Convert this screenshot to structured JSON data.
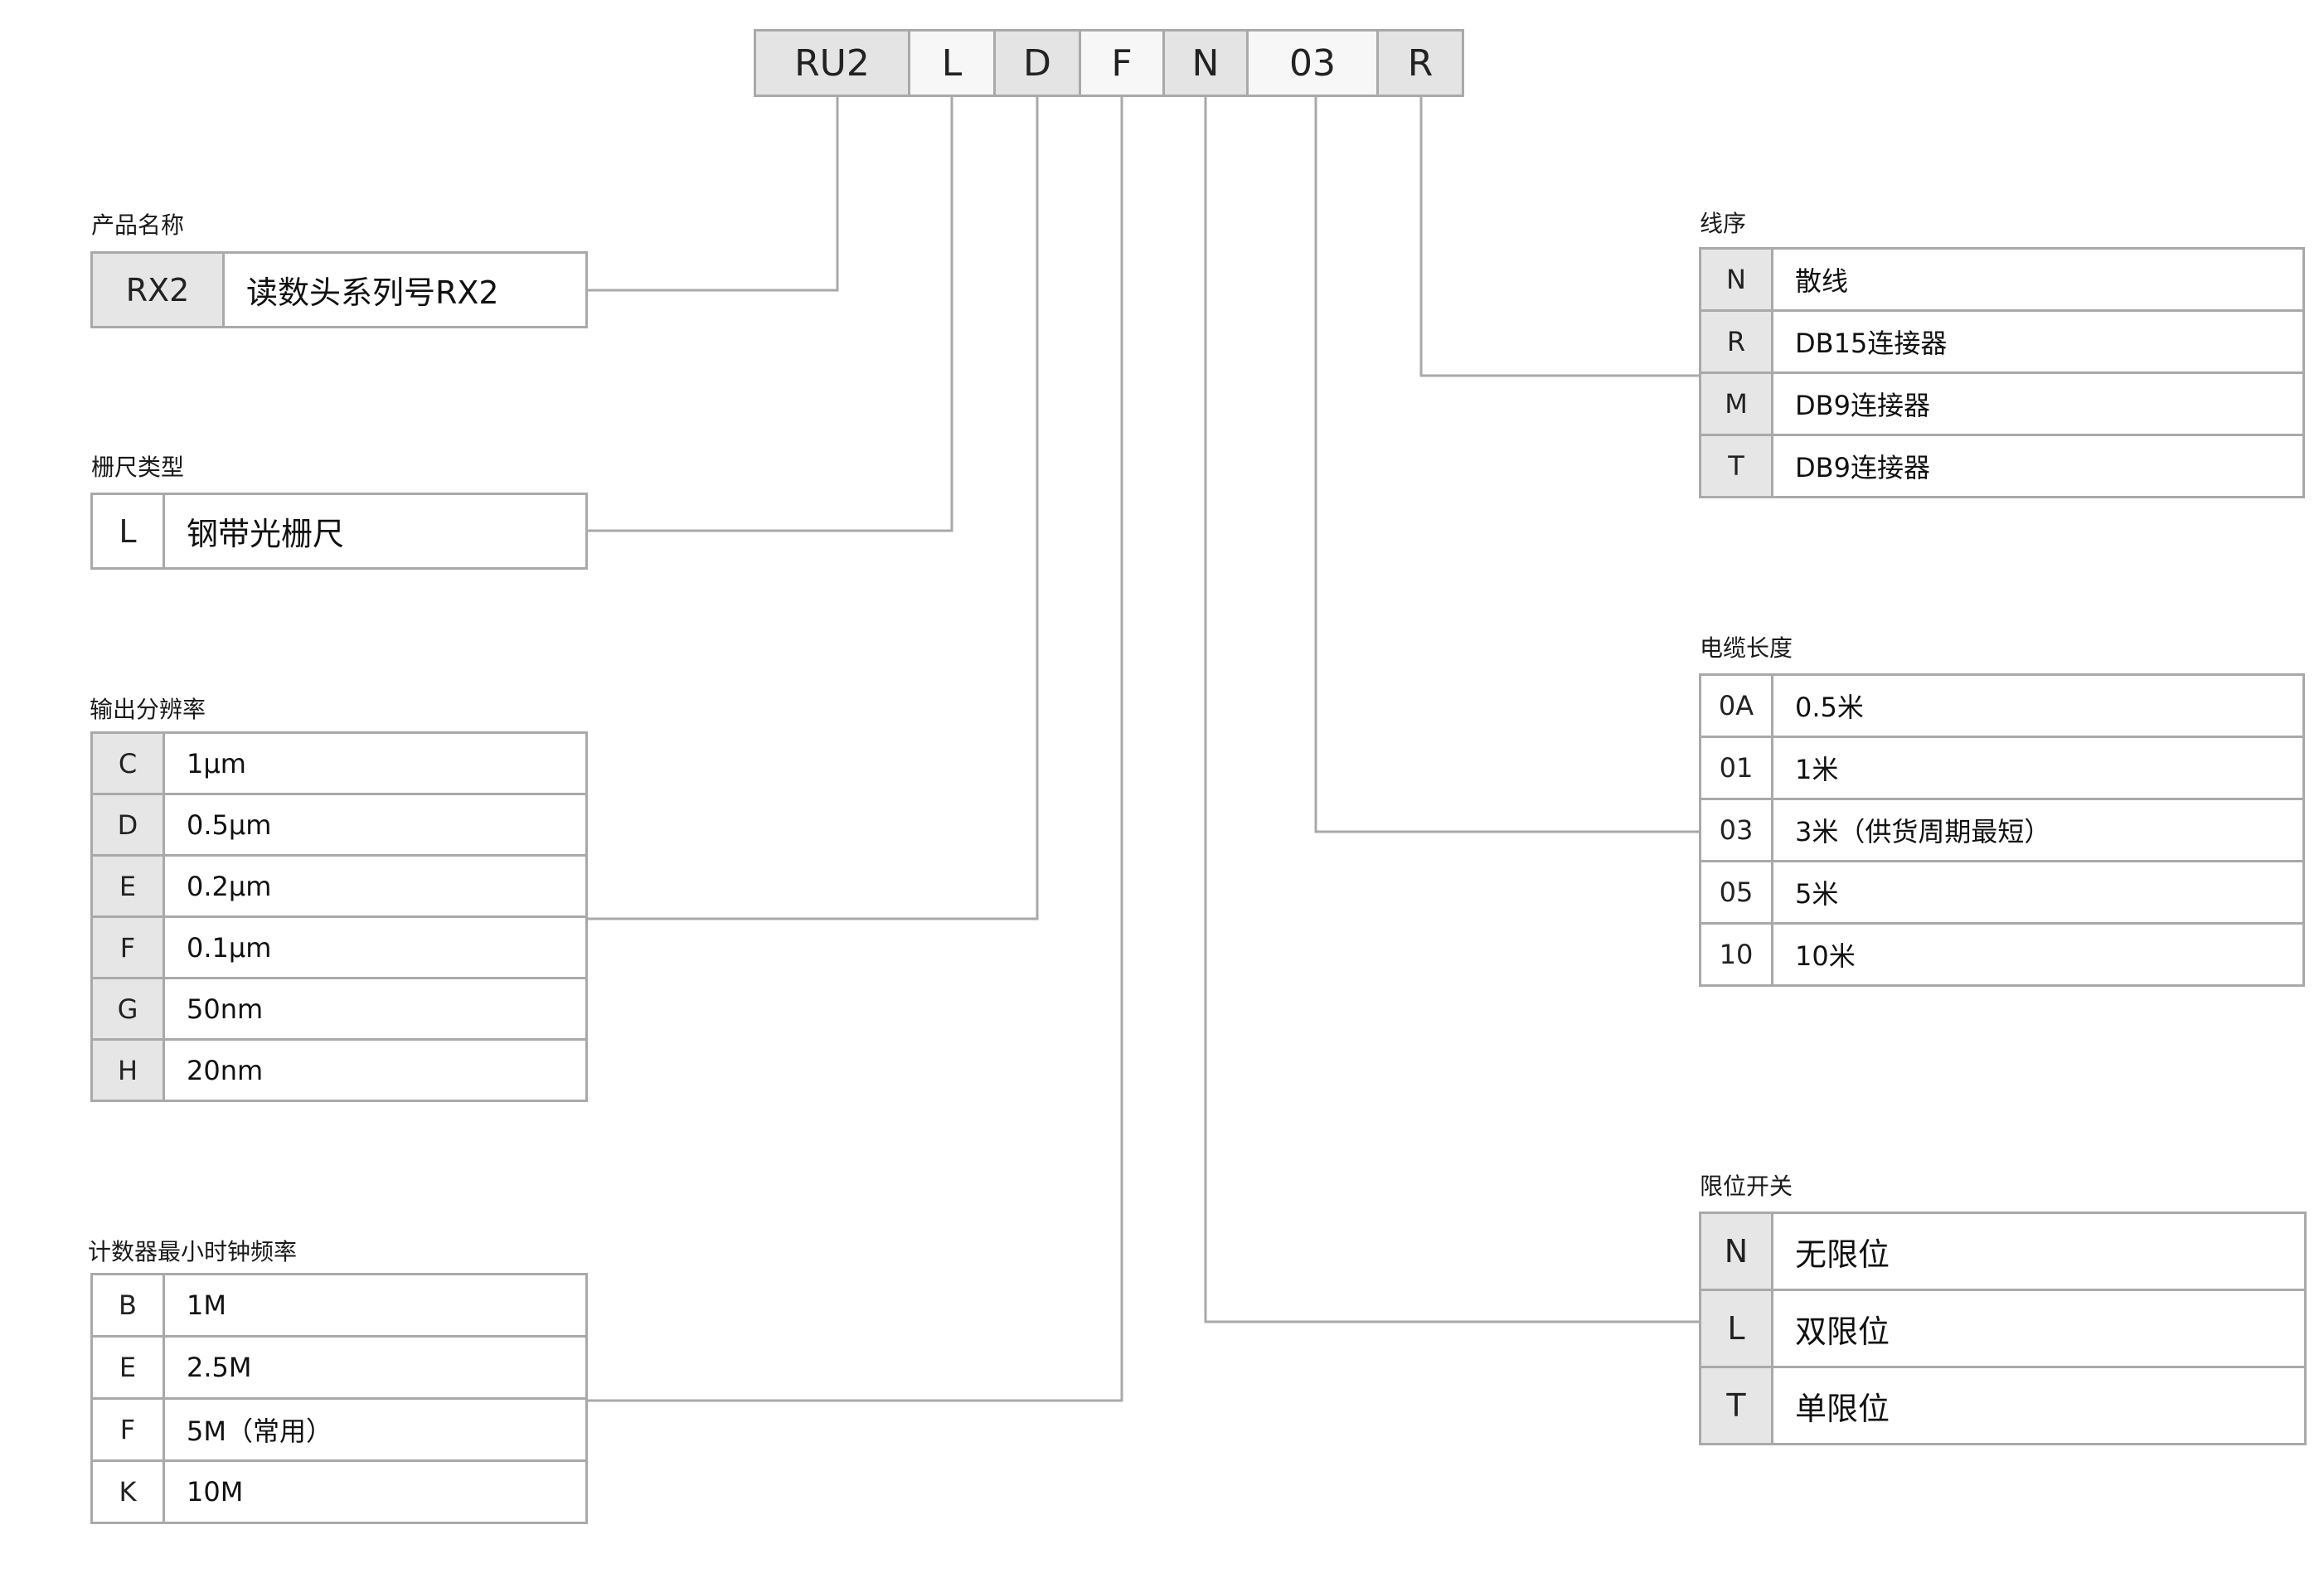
{
  "code": [
    "RU2",
    "L",
    "D",
    "F",
    "N",
    "03",
    "R"
  ],
  "groups": {
    "product": {
      "title": "产品名称",
      "options": [
        {
          "key": "RX2",
          "label": "读数头系列号RX2"
        }
      ]
    },
    "scale": {
      "title": "栅尺类型",
      "options": [
        {
          "key": "L",
          "label": "钢带光栅尺"
        }
      ]
    },
    "resolution": {
      "title": "输出分辨率",
      "options": [
        {
          "key": "C",
          "label": "1μm"
        },
        {
          "key": "D",
          "label": "0.5μm"
        },
        {
          "key": "E",
          "label": "0.2μm"
        },
        {
          "key": "F",
          "label": "0.1μm"
        },
        {
          "key": "G",
          "label": "50nm"
        },
        {
          "key": "H",
          "label": "20nm"
        }
      ]
    },
    "clock": {
      "title": "计数器最小时钟频率",
      "options": [
        {
          "key": "B",
          "label": "1M"
        },
        {
          "key": "E",
          "label": "2.5M"
        },
        {
          "key": "F",
          "label": "5M（常用）"
        },
        {
          "key": "K",
          "label": "10M"
        }
      ]
    },
    "wiring": {
      "title": "线序",
      "options": [
        {
          "key": "N",
          "label": "散线"
        },
        {
          "key": "R",
          "label": "DB15连接器"
        },
        {
          "key": "M",
          "label": "DB9连接器"
        },
        {
          "key": "T",
          "label": "DB9连接器"
        }
      ]
    },
    "cable": {
      "title": "电缆长度",
      "options": [
        {
          "key": "0A",
          "label": "0.5米"
        },
        {
          "key": "01",
          "label": "1米"
        },
        {
          "key": "03",
          "label": "3米（供货周期最短）"
        },
        {
          "key": "05",
          "label": "5米"
        },
        {
          "key": "10",
          "label": "10米"
        }
      ]
    },
    "limit": {
      "title": "限位开关",
      "options": [
        {
          "key": "N",
          "label": "无限位"
        },
        {
          "key": "L",
          "label": "双限位"
        },
        {
          "key": "T",
          "label": "单限位"
        }
      ]
    }
  },
  "colors": {
    "line": "#a9a9a9",
    "key_fill_gray": "#e6e6e6",
    "key_fill_white": "#ffffff"
  }
}
